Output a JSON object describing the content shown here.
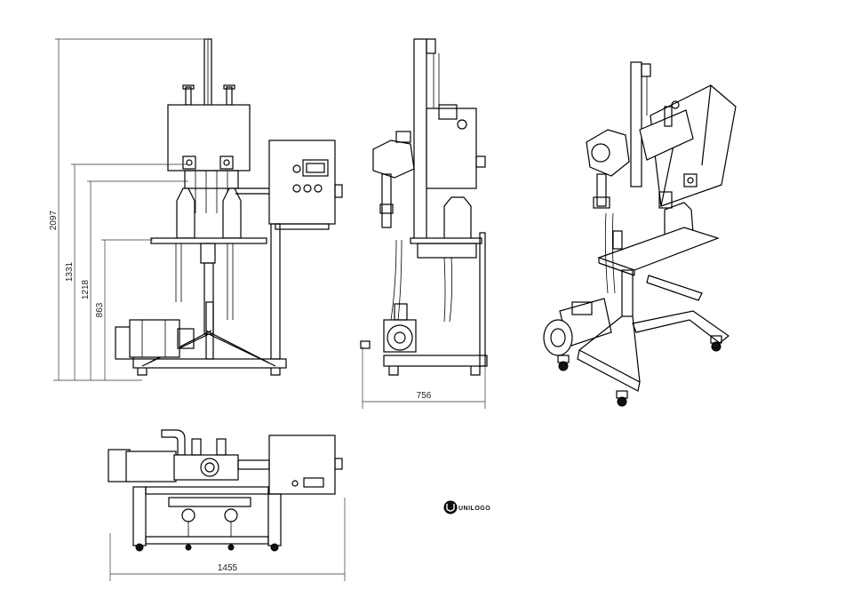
{
  "dimensions": {
    "overall_height": "2097",
    "height_1": "1331",
    "height_2": "1218",
    "height_3": "863",
    "side_depth": "756",
    "top_width": "1455"
  },
  "logo": {
    "text": "UNILOGO"
  },
  "views": [
    "front-view",
    "side-view",
    "isometric-view",
    "top-view"
  ]
}
